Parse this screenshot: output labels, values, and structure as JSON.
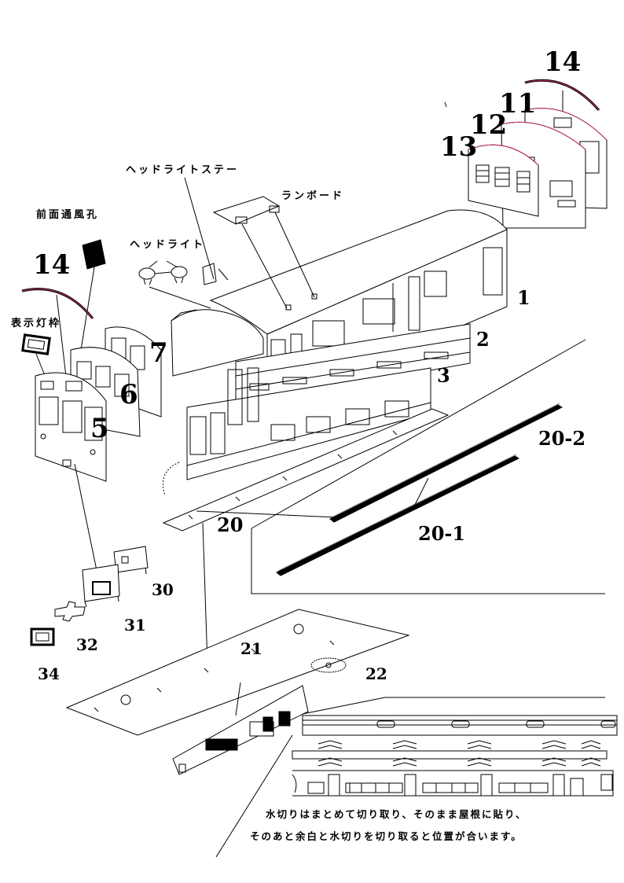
{
  "labels": {
    "headlight_stay": "ヘッドライトステー",
    "running_board": "ランボード",
    "front_vent": "前面通風孔",
    "headlight": "ヘッドライト",
    "indicator_frame": "表示灯枠"
  },
  "part_numbers": {
    "p14_top": "14",
    "p11": "11",
    "p12": "12",
    "p13": "13",
    "p14_left": "14",
    "p1": "1",
    "p2": "2",
    "p3": "3",
    "p7": "7",
    "p6": "6",
    "p5": "5",
    "p20_2": "20-2",
    "p20": "20",
    "p20_1": "20-1",
    "p30": "30",
    "p31": "31",
    "p32": "32",
    "p34": "34",
    "p21": "21",
    "p22": "22"
  },
  "notes": {
    "line1": "水切りはまとめて切り取り、そのまま屋根に貼り、",
    "line2": "そのあと余白と水切りを切り取ると位置が合います。"
  },
  "colors": {
    "line": "#000000",
    "accent": "#cc3366",
    "grey": "#888888"
  }
}
